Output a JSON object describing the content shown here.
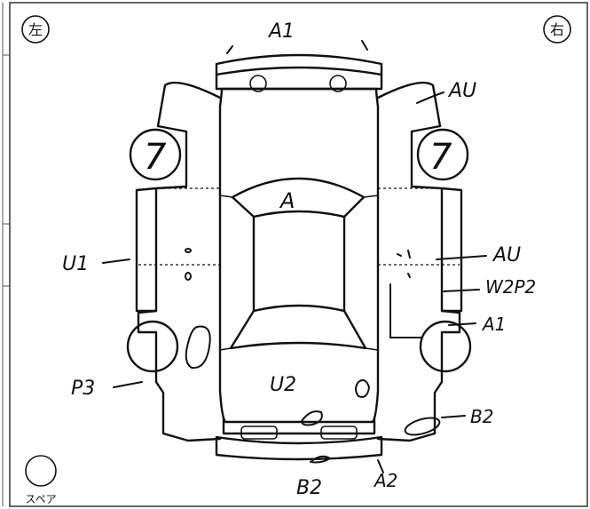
{
  "side_labels": {
    "left": "左",
    "right": "右"
  },
  "spare_label": "スペア",
  "marks": {
    "hood": "A",
    "front_bumper": "A1",
    "front_right_fender": "AU",
    "right_door_1": "AU",
    "right_door_2": "W2P2",
    "right_rear_quarter": "A1",
    "rear_right_wheel_area": "B2",
    "rear_bumper_left": "B2",
    "rear_bumper_right": "A2",
    "left_door": "U1",
    "left_rear_quarter": "P3",
    "trunk": "U2",
    "front_left_tire": "7",
    "front_right_tire": "7"
  }
}
